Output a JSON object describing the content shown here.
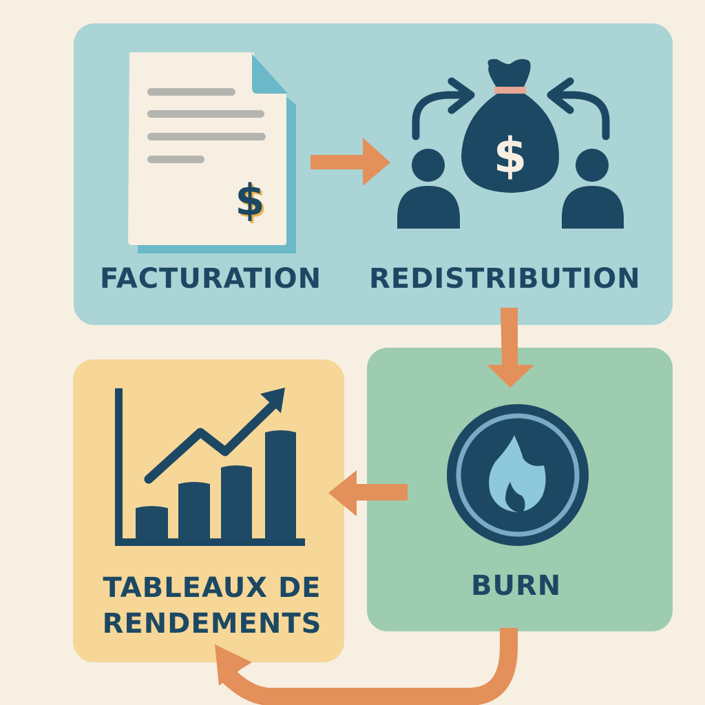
{
  "diagram": {
    "type": "cycle-flow",
    "colors": {
      "background": "#f7efe2",
      "top_panel": "#aad4d6",
      "yield_panel": "#f6d798",
      "burn_panel": "#9dccb0",
      "ink": "#1c4863",
      "arrow": "#e3905a"
    },
    "stages": [
      {
        "id": "facturation",
        "label": "FACTURATION",
        "icon": "invoice-dollar-icon"
      },
      {
        "id": "redistribution",
        "label": "REDISTRIBUTION",
        "icon": "money-bag-users-icon"
      },
      {
        "id": "burn",
        "label": "BURN",
        "icon": "flame-coin-icon"
      },
      {
        "id": "tableaux",
        "label_line1": "TABLEAUX DE",
        "label_line2": "RENDEMENTS",
        "icon": "growth-chart-icon"
      }
    ],
    "flows": [
      {
        "from": "facturation",
        "to": "redistribution"
      },
      {
        "from": "redistribution",
        "to": "burn"
      },
      {
        "from": "burn",
        "to": "tableaux"
      },
      {
        "from": "burn",
        "to": "tableaux",
        "style": "curved-loop"
      }
    ],
    "invoice_symbol": "$",
    "bag_symbol": "$"
  }
}
